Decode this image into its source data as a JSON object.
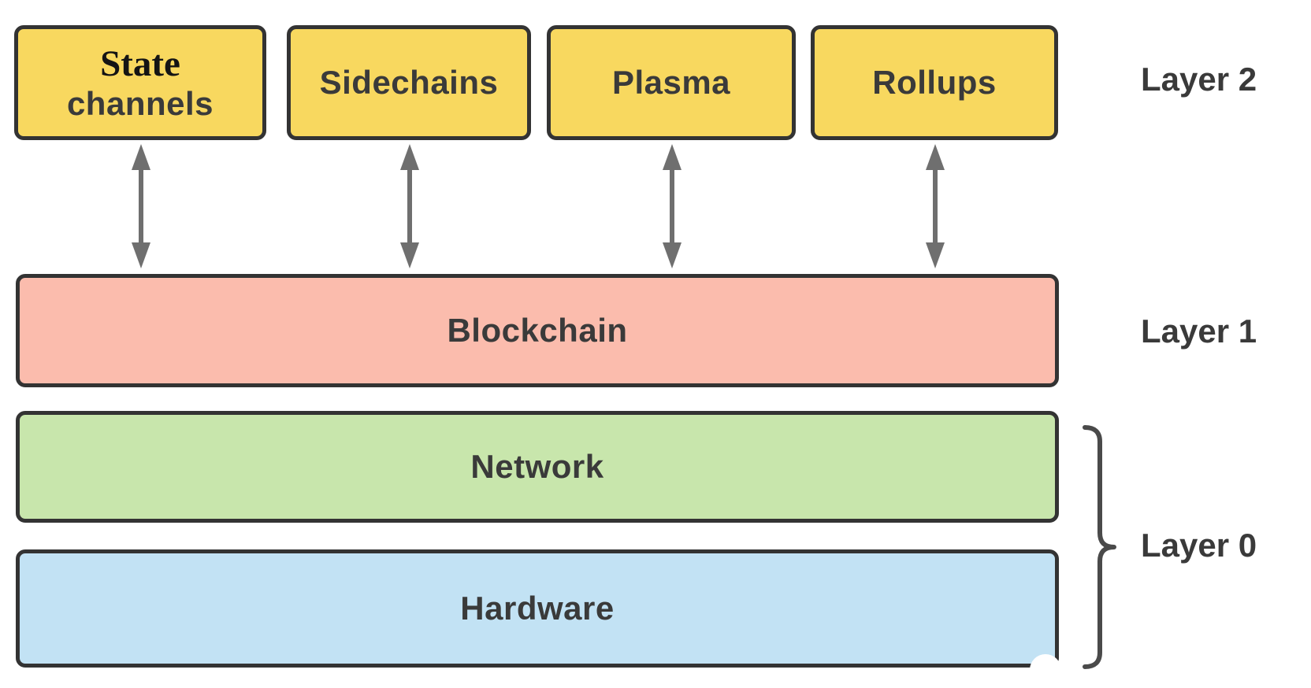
{
  "layer2": {
    "label": "Layer 2",
    "boxes": [
      {
        "line1": "State",
        "line2": "channels"
      },
      {
        "text": "Sidechains"
      },
      {
        "text": "Plasma"
      },
      {
        "text": "Rollups"
      }
    ]
  },
  "layer1": {
    "label": "Layer 1",
    "box": {
      "text": "Blockchain"
    }
  },
  "layer0": {
    "label": "Layer 0",
    "boxes": [
      {
        "text": "Network"
      },
      {
        "text": "Hardware"
      }
    ]
  },
  "colors": {
    "layer2_box_fill": "#F8D85F",
    "layer1_box_fill": "#FBBCAD",
    "network_box_fill": "#C8E6AC",
    "hardware_box_fill": "#C2E2F4",
    "box_border": "#333333",
    "box_text": "#3A3A3A",
    "arrow": "#6F6F6F",
    "brace": "#4A4A4A",
    "background": "#FFFFFF"
  }
}
